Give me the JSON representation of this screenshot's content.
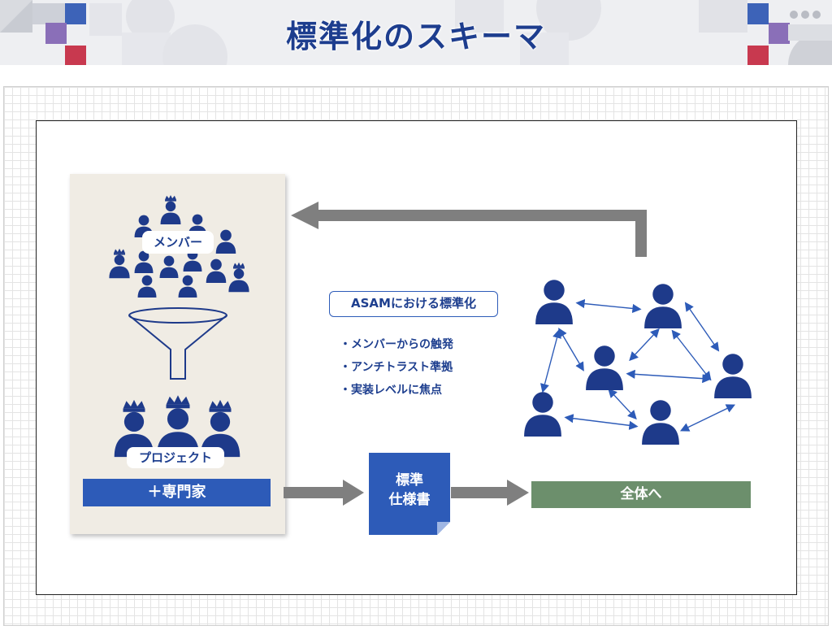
{
  "header": {
    "title": "標準化のスキーマ"
  },
  "left_panel": {
    "members_label": "メンバー",
    "project_label": "プロジェクト",
    "experts_label": "＋専門家"
  },
  "center": {
    "asam_label": "ASAMにおける標準化",
    "bullets": [
      "・メンバーからの触発",
      "・アンチトラスト準拠",
      "・実装レベルに焦点"
    ]
  },
  "spec_doc": {
    "line1": "標準",
    "line2": "仕様書"
  },
  "all_label": "全体へ",
  "colors": {
    "title_navy": "#1d3d8e",
    "person_navy": "#1e3a8a",
    "accent_blue": "#2d5bb8",
    "panel_beige": "#f0ece4",
    "arrow_gray": "#7f7f7f",
    "all_green": "#6c8f6c"
  },
  "icons": [
    "crowned-person-icon",
    "person-icon",
    "funnel-icon",
    "document-icon",
    "arrow-icon",
    "double-arrow-icon"
  ]
}
